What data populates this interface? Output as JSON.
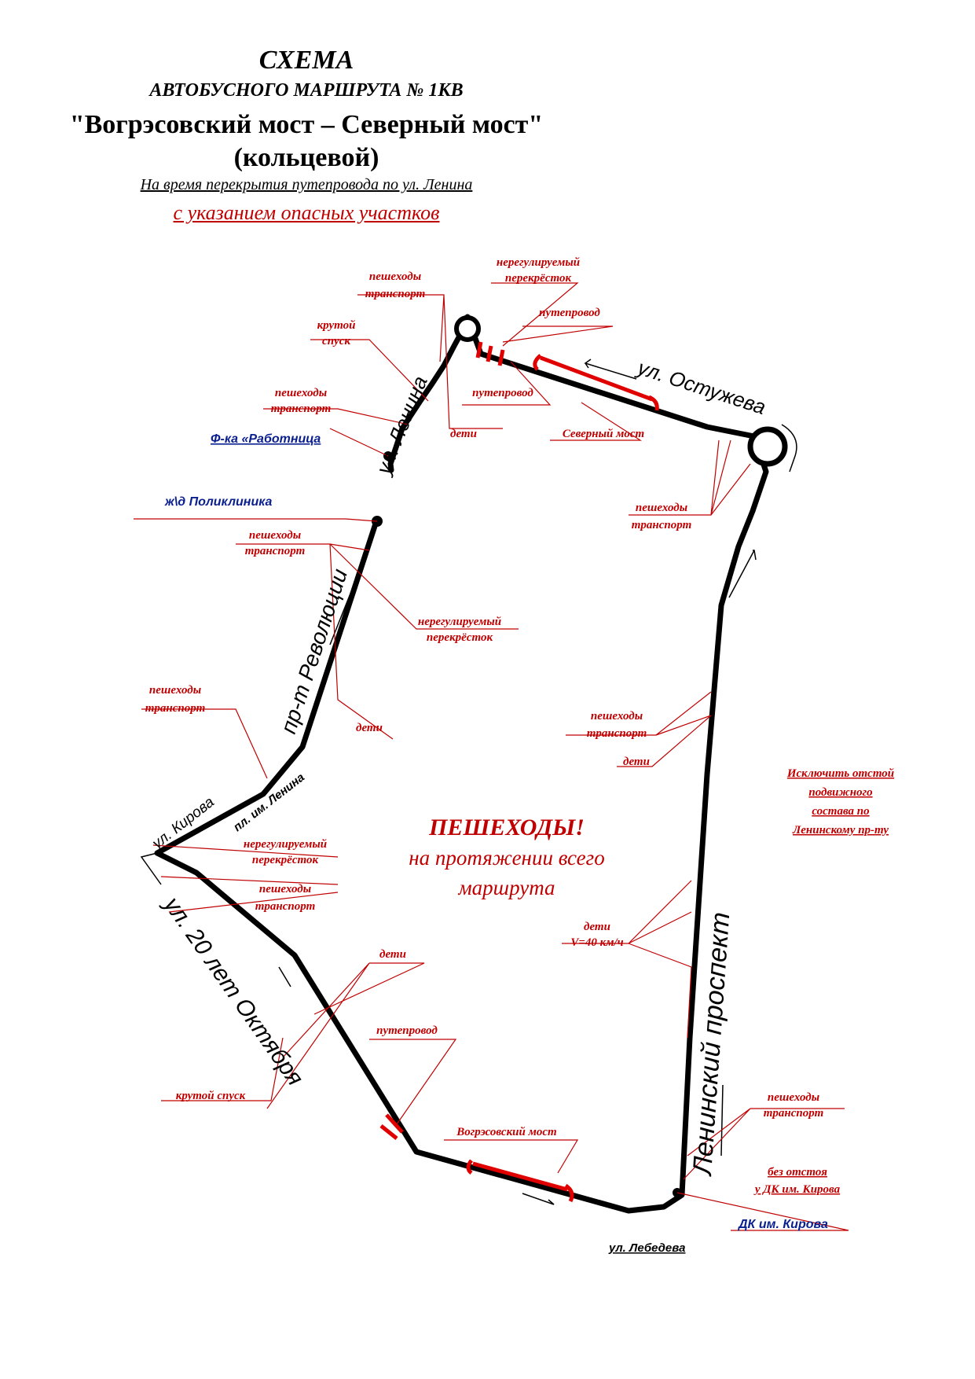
{
  "header": {
    "title": "СХЕМА",
    "subtitle": "АВТОБУСНОГО МАРШРУТА № 1КВ",
    "route_name": "\"Вогрэсовский мост – Северный мост\"",
    "route_type": "(кольцевой)",
    "note": "На время перекрытия путепровода по ул. Ленина",
    "note_red": "с указанием опасных участков"
  },
  "streets": {
    "lenina": "ул. Ленина",
    "ostuzheva": "ул. Остужева",
    "revolyutsii": "пр-т Революции",
    "kirova": "ул. Кирова",
    "pl_lenina": "пл. им. Ленина",
    "oktyabrya": "ул. 20 лет Октября",
    "leninsky": "Ленинский проспект",
    "lebedeva": "ул. Лебедева"
  },
  "stops": {
    "rabotnitsa": "Ф-ка «Работница",
    "poliklinika": "ж\\д Поликлиника",
    "dk_kirova": "ДК им. Кирова"
  },
  "labels": {
    "ped": "пешеходы",
    "trans": "транспорт",
    "unreg1": "нерегулируемый",
    "unreg2": "перекрёсток",
    "overpass": "путепровод",
    "steep": "крутой",
    "descent": "спуск",
    "steep_descent": "крутой спуск",
    "kids": "дети",
    "speed": "V=40 км/ч",
    "north_bridge": "Северный мост",
    "vogres_bridge": "Вогрэсовский мост",
    "no_stop1": "без отстоя",
    "no_stop2": "у ДК им. Кирова",
    "exclude1": "Исключить отстой",
    "exclude2": "подвижного",
    "exclude3": "состава по",
    "exclude4": "Ленинскому пр-ту"
  },
  "center": {
    "l1": "ПЕШЕХОДЫ!",
    "l2": "на протяжении всего",
    "l3": "маршрута"
  },
  "colors": {
    "danger": "#c00000",
    "stop": "#0a1f8f",
    "route": "#000000"
  }
}
